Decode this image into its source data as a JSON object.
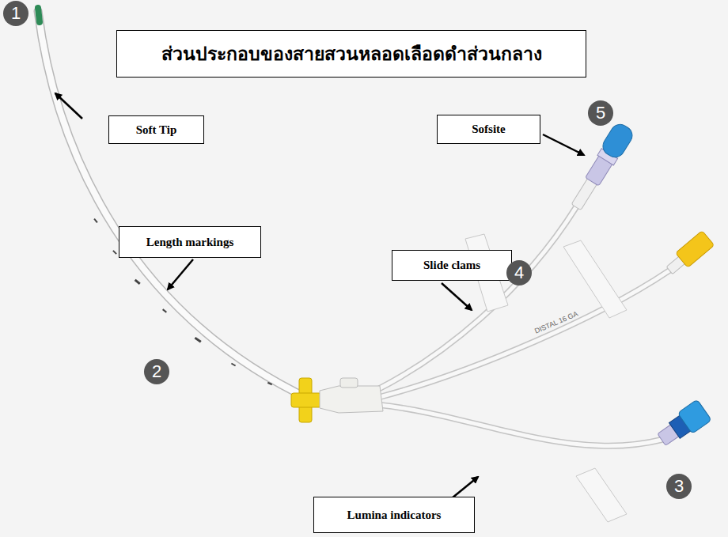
{
  "diagram": {
    "title": "ส่วนประกอบของสายสวนหลอดเลือดดำส่วนกลาง",
    "nodes": [
      {
        "text": [
          "Soft Tip"
        ]
      },
      {
        "text": [
          "Sofsite"
        ]
      },
      {
        "text": [
          "Length markings"
        ]
      },
      {
        "text": [
          "Slide clams"
        ]
      },
      {
        "text": [
          "Lumina indicators"
        ]
      }
    ],
    "labels": [
      "1",
      "5",
      "2",
      "4",
      "DISTAL 16 GA",
      "3"
    ]
  }
}
